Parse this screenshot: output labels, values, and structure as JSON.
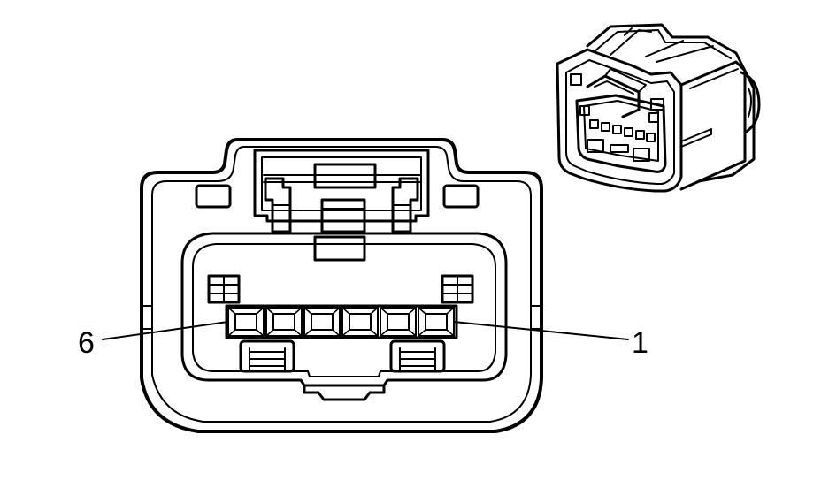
{
  "diagram": {
    "callouts": [
      {
        "id": "pin-6",
        "label": "6"
      },
      {
        "id": "pin-1",
        "label": "1"
      }
    ]
  }
}
